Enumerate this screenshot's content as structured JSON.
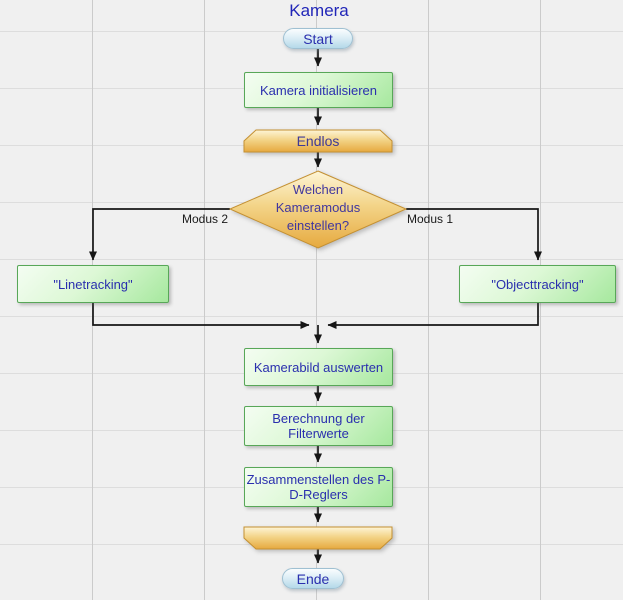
{
  "title": "Kamera",
  "nodes": {
    "start": "Start",
    "init": "Kamera initialisieren",
    "loop_start": "Endlos",
    "decision": "Welchen\nKameramodus\neinstellen?",
    "linetracking": "\"Linetracking\"",
    "objecttracking": "\"Objecttracking\"",
    "auswerten": "Kamerabild auswerten",
    "filterwerte": "Berechnung der\nFilterwerte",
    "regler": "Zusammenstellen des P-\nD-Reglers",
    "ende": "Ende"
  },
  "edge_labels": {
    "modus1": "Modus 1",
    "modus2": "Modus 2"
  },
  "colors": {
    "canvas_bg": "#f0f0f0",
    "grid_vertical_line": "#cbcbcb",
    "grid_horizontal_line": "#dddddd",
    "process_fill_top": "#f4fdf2",
    "process_fill_bottom": "#a6e89e",
    "process_border": "#58a758",
    "terminal_fill_top": "#fafdfe",
    "terminal_fill_bottom": "#b5d9e9",
    "terminal_border": "#9fc0d2",
    "loop_fill_top": "#fdf5d7",
    "loop_fill_bottom": "#e6a93f",
    "loop_border": "#c49032",
    "node_text": "#2a2fae",
    "title_text": "#2126b8",
    "edge_label_text": "#1a1a1a",
    "connector": "#161616"
  }
}
